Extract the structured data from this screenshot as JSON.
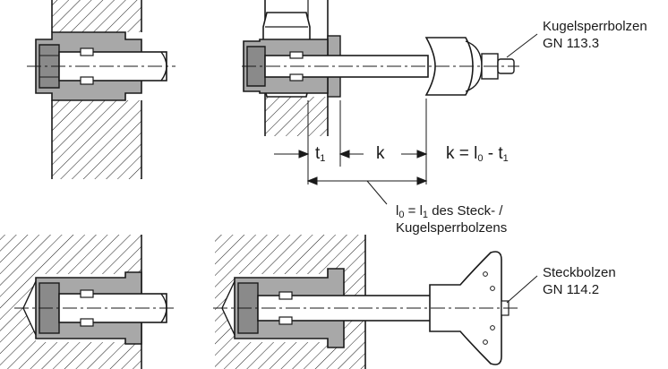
{
  "labels": {
    "ball_lock_pin_name": "Kugelsperrbolzen",
    "ball_lock_pin_code": "GN 113.3",
    "plunger_pin_name": "Steckbolzen",
    "plunger_pin_code": "GN 114.2",
    "length_note_line2": "Kugelsperrbolzens"
  },
  "dimensions": {
    "t": "t",
    "k": "k",
    "formula_left": "k = l",
    "formula_right": " - t",
    "l_note_prefix": "l",
    "l_note_mid": " = l",
    "l_note_suffix": " des Steck- /",
    "sub_1": "1",
    "sub_0": "0"
  },
  "colors": {
    "line": "#1a1a1a",
    "part_fill": "#a8a8a8",
    "part_fill_dark": "#8a8a8a",
    "hatch": "#1a1a1a"
  }
}
